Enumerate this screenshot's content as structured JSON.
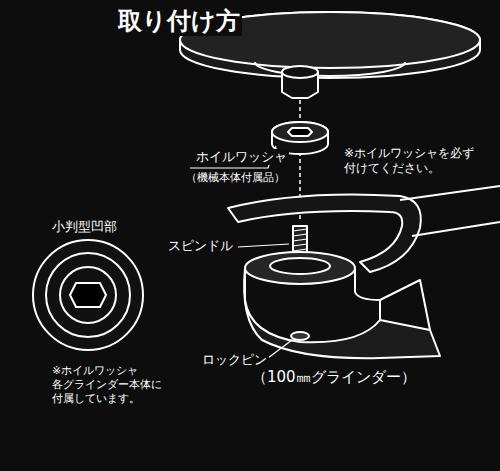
{
  "diagram": {
    "title": "取り付け方",
    "labels": [
      "ホイルワッシャ",
      "（機械本体付属品）",
      "※ホイルワッシャを必ず 付けてください。",
      "小判型凹部",
      "スピンドル",
      "ロックピン",
      "（100㎜グラインダー）",
      "※ホイルワッシャ 各グラインダー本体に 付属しています。"
    ]
  }
}
